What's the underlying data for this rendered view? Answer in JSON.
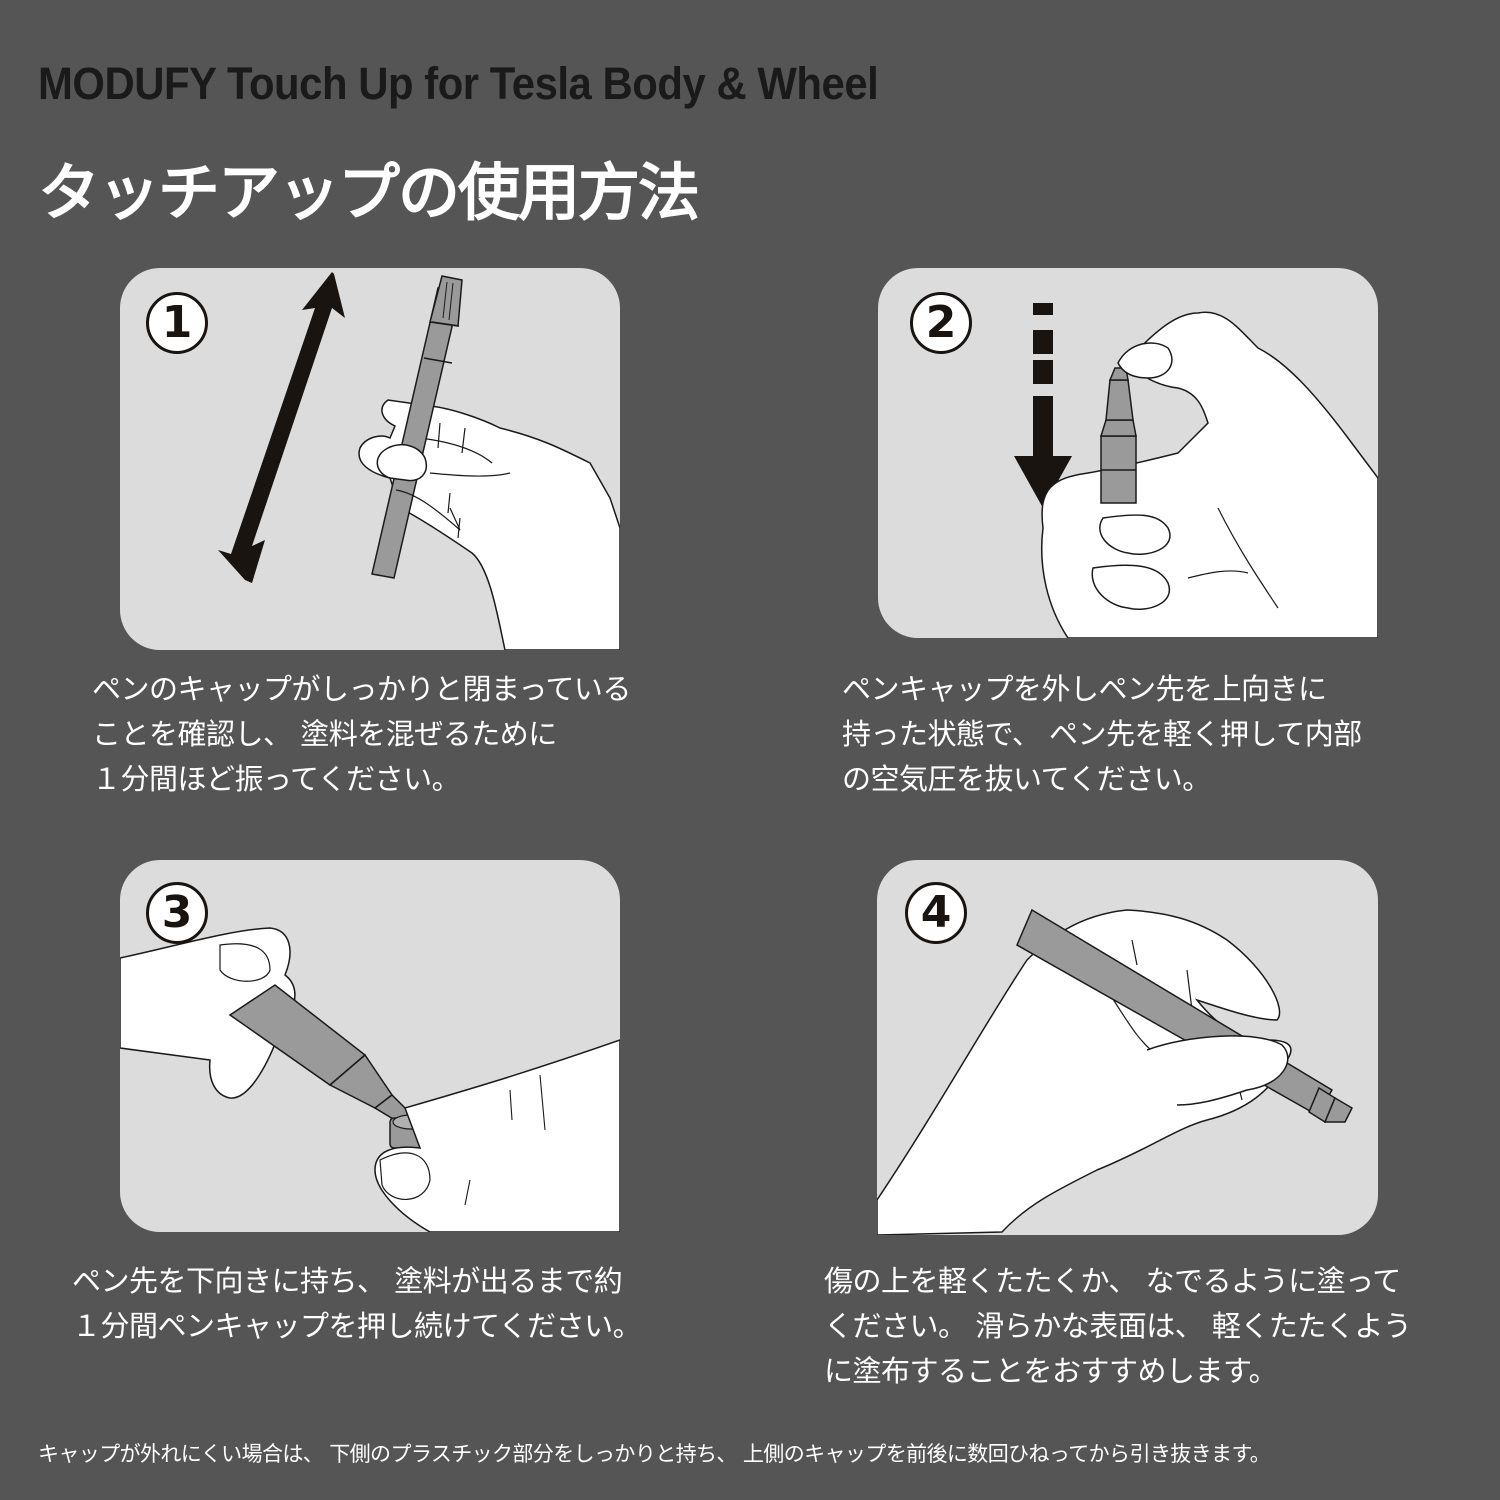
{
  "header": {
    "title_en": "MODUFY Touch Up for Tesla Body & Wheel",
    "title_jp": "タッチアップの使用方法"
  },
  "colors": {
    "background": "#555555",
    "panel": "#dcdcdc",
    "pen": "#9a9a9a",
    "ink": "#1a1410",
    "text": "#ffffff"
  },
  "steps": [
    {
      "number": "1",
      "illustration": "hand-shaking-pen-with-double-arrow",
      "lines": [
        "ペンのキャップがしっかりと閉まっている",
        "ことを確認し、 塗料を混ぜるために",
        "１分間ほど振ってください。"
      ]
    },
    {
      "number": "2",
      "illustration": "pressing-pen-tip-with-down-arrow",
      "lines": [
        "ペンキャップを外しペン先を上向きに",
        "持った状態で、 ペン先を軽く押して内部",
        "の空気圧を抜いてください。"
      ]
    },
    {
      "number": "3",
      "illustration": "pen-tip-down-pressing-cap",
      "lines": [
        "ペン先を下向きに持ち、 塗料が出るまで約",
        "１分間ペンキャップを押し続けてください。"
      ]
    },
    {
      "number": "4",
      "illustration": "hand-writing-with-pen",
      "lines": [
        "傷の上を軽くたたくか、 なでるように塗って",
        "ください。 滑らかな表面は、 軽くたたくよう",
        "に塗布することをおすすめします。"
      ]
    }
  ],
  "footer": {
    "note": "キャップが外れにくい場合は、 下側のプラスチック部分をしっかりと持ち、 上側のキャップを前後に数回ひねってから引き抜きます。"
  }
}
